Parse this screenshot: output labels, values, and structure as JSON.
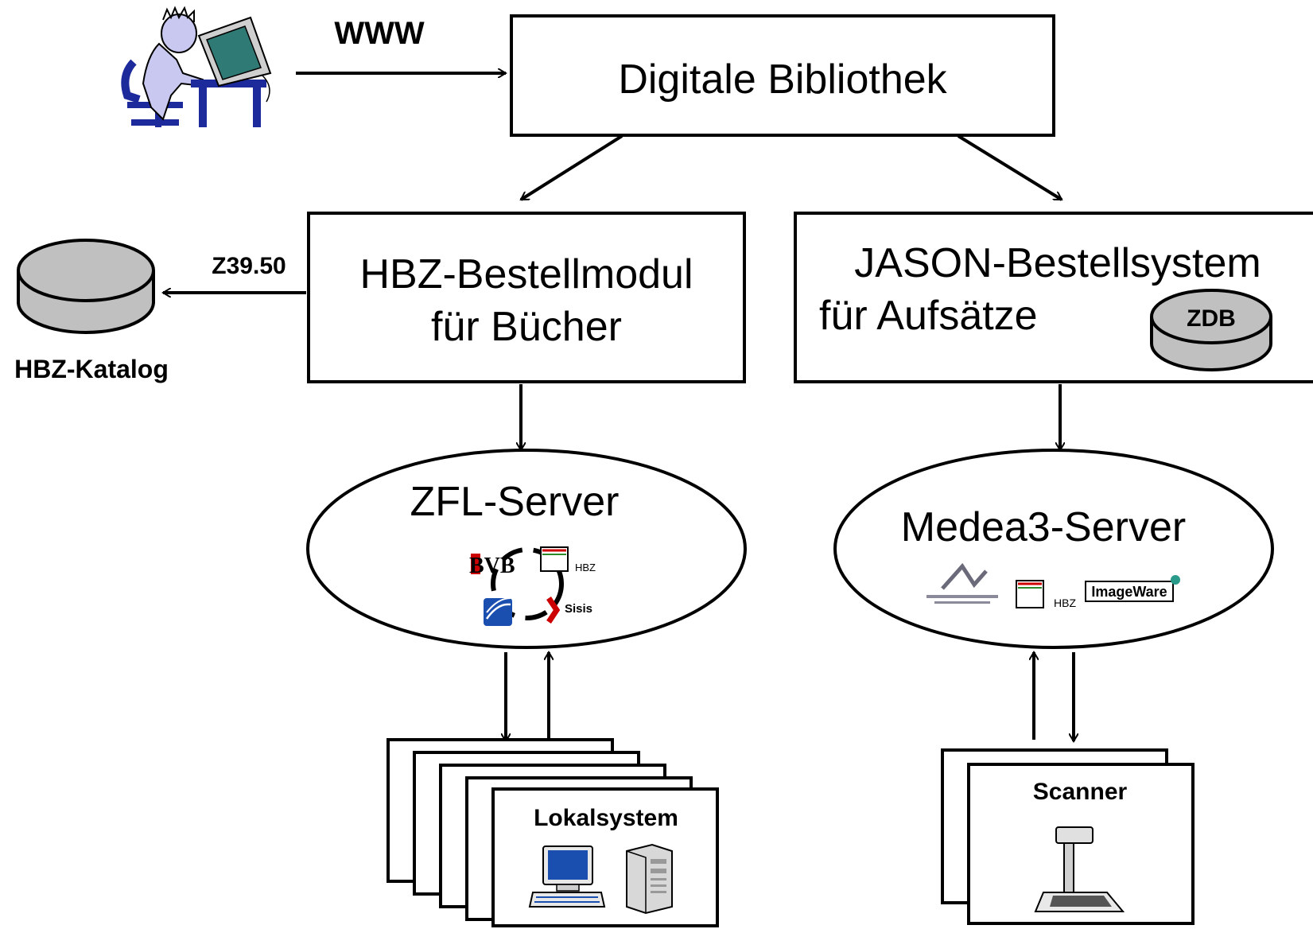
{
  "labels": {
    "www": "WWW",
    "z3950": "Z39.50",
    "hbz_katalog": "HBZ-Katalog",
    "digitale_bibliothek": "Digitale Bibliothek",
    "hbz_line1": "HBZ-Bestellmodul",
    "hbz_line2": "für Bücher",
    "jason_line1": "JASON-Bestellsystem",
    "jason_line2": "für Aufsätze",
    "zdb": "ZDB",
    "zfl_server": "ZFL-Server",
    "medea_server": "Medea3-Server",
    "lokalsystem": "Lokalsystem",
    "scanner": "Scanner"
  },
  "logos": {
    "bvb": "BVB",
    "hbz_small": "HBZ",
    "sisis": "Sisis",
    "imageware": "ImageWare",
    "hbz_small_medea": "HBZ"
  },
  "icons": [
    "user-at-computer-icon",
    "database-cylinder-icon",
    "desktop-computer-icon",
    "server-tower-icon",
    "book-scanner-icon"
  ],
  "colors": {
    "line": "#000000",
    "disk": "#c0c0c0",
    "user_body": "#c8c8f0",
    "chair": "#1c2a9c",
    "screen": "#2f7a74",
    "logo_red": "#cc0000",
    "monitor_blue": "#1a4fb0"
  }
}
